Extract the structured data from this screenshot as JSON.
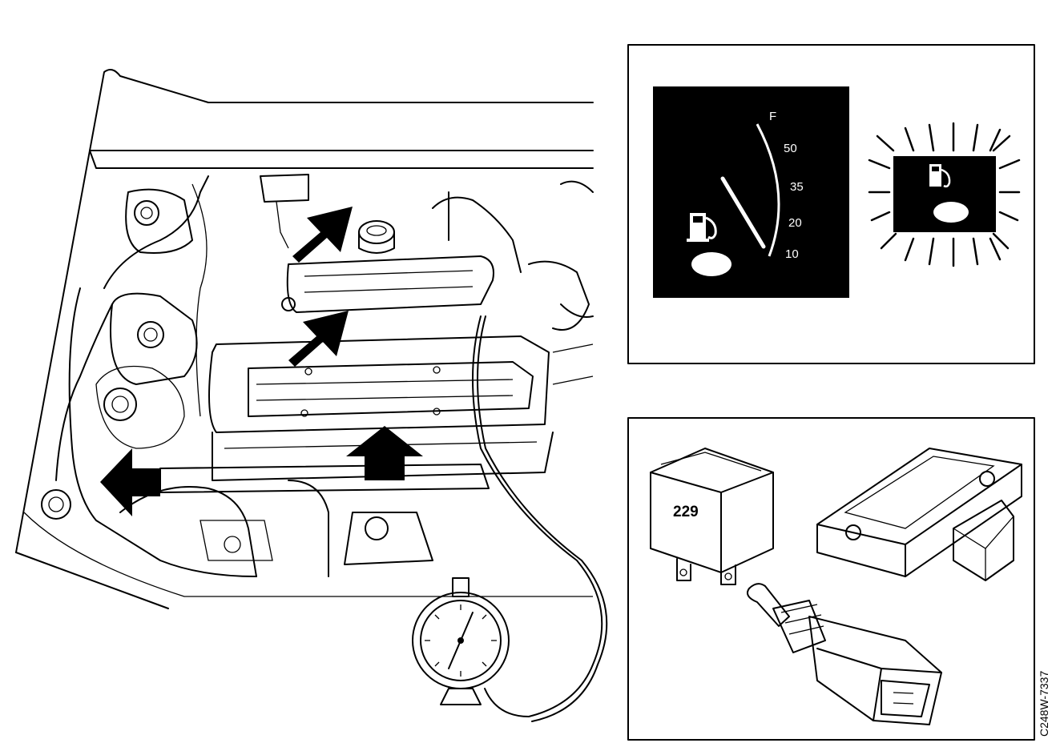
{
  "gauge": {
    "mark_f": "F",
    "mark_50": "50",
    "mark_35": "35",
    "mark_20": "20",
    "mark_10": "10"
  },
  "relay": {
    "number": "229"
  },
  "reference_code": "C248W-7337",
  "icons": [
    "fuel-pump-icon",
    "arrow-icon",
    "pressure-gauge-icon"
  ]
}
